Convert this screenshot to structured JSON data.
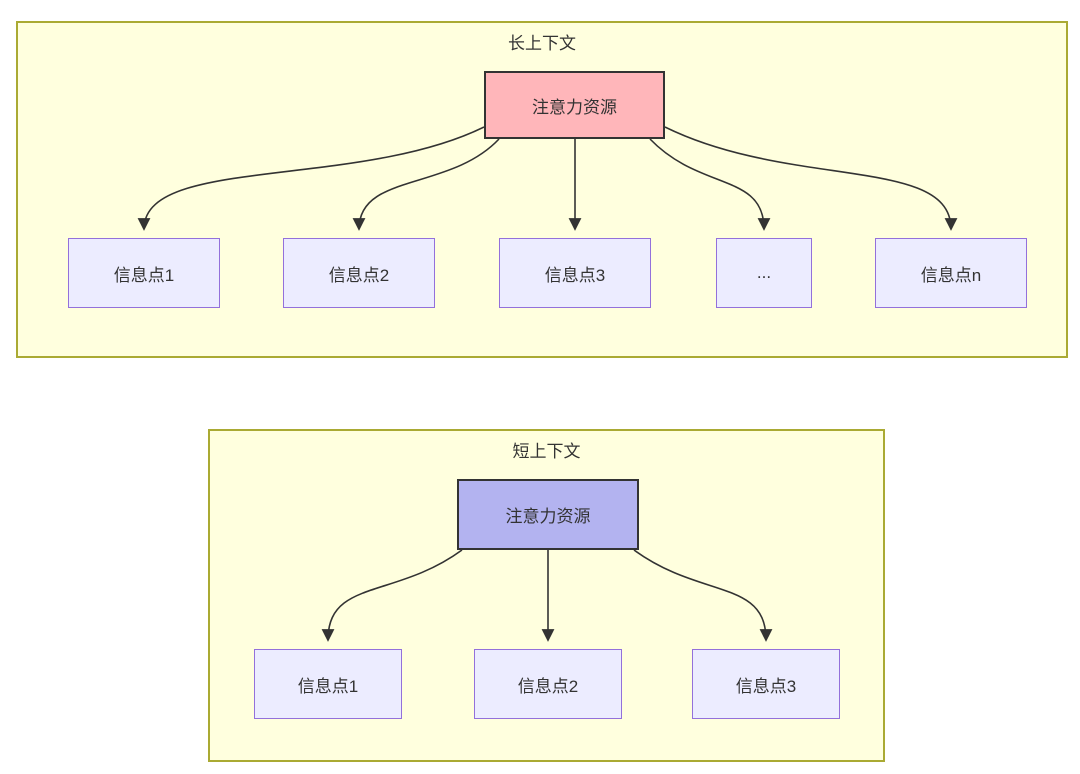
{
  "diagram": {
    "groups": [
      {
        "title": "长上下文",
        "root_label": "注意力资源",
        "children": [
          "信息点1",
          "信息点2",
          "信息点3",
          "...",
          "信息点n"
        ]
      },
      {
        "title": "短上下文",
        "root_label": "注意力资源",
        "children": [
          "信息点1",
          "信息点2",
          "信息点3"
        ]
      }
    ],
    "colors": {
      "page_background": "#ffffff",
      "group_fill": "#ffffde",
      "group_border": "#aaaa33",
      "node_fill": "#ececff",
      "node_border": "#9370db",
      "long_root_fill": "#ffb6ba",
      "short_root_fill": "#b3b3f0",
      "root_border": "#333333",
      "edge_color": "#333333",
      "text_color": "#333333"
    }
  }
}
